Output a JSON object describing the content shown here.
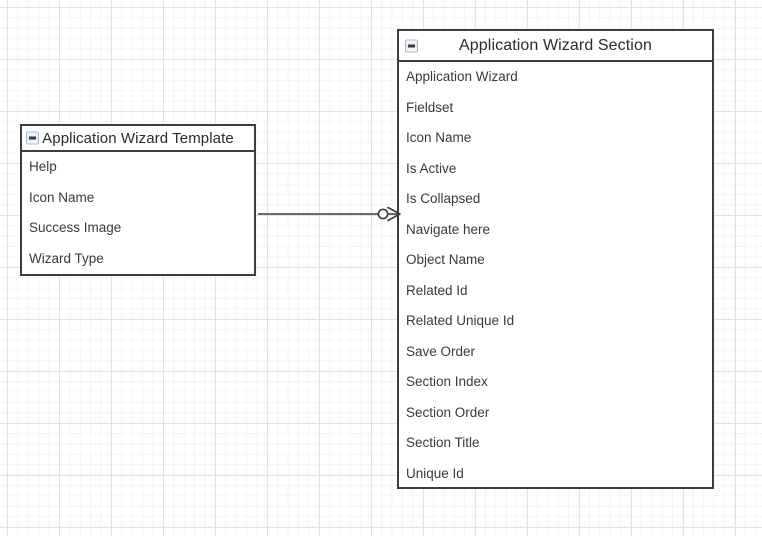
{
  "diagram": {
    "type": "entity-relationship-diagram",
    "background": "#ffffff",
    "grid": {
      "minor_color": "#f4f4f4",
      "major_color": "#e2e2e2"
    },
    "line_color": "#3d3d3d",
    "text_color": "#3a3a3a"
  },
  "entities": [
    {
      "id": "application-wizard-template",
      "title": "Application Wizard Template",
      "collapse_icon": "collapse-minus-icon",
      "attributes": [
        "Help",
        "Icon Name",
        "Success Image",
        "Wizard Type"
      ]
    },
    {
      "id": "application-wizard-section",
      "title": "Application Wizard Section",
      "collapse_icon": "collapse-minus-icon",
      "attributes": [
        "Application Wizard",
        "Fieldset",
        "Icon Name",
        "Is Active",
        "Is Collapsed",
        "Navigate here",
        "Object Name",
        "Related Id",
        "Related Unique Id",
        "Save Order",
        "Section Index",
        "Section Order",
        "Section Title",
        "Unique Id"
      ]
    }
  ],
  "relationship": {
    "from": "application-wizard-template",
    "to": "application-wizard-section",
    "source_cardinality": "one",
    "target_cardinality": "zero-or-many",
    "notation": "crows-foot"
  }
}
